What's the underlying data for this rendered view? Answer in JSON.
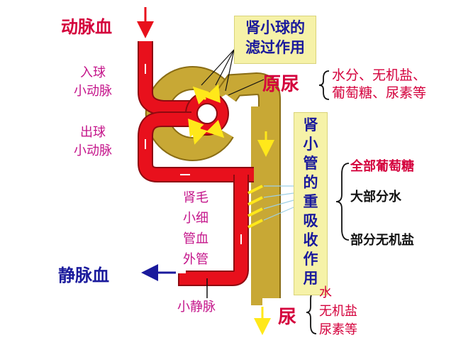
{
  "labels": {
    "arterial_blood": "动脉血",
    "venous_blood": "静脉血",
    "afferent_arteriole": [
      "入球",
      "小动脉"
    ],
    "efferent_arteriole": [
      "出球",
      "小动脉"
    ],
    "peritubular_capillary": [
      "肾毛",
      "小细",
      "管血",
      "外管"
    ],
    "small_vein": "小静脉"
  },
  "glomerular_filtration": {
    "lines": [
      "肾小球的",
      "滤过作用"
    ]
  },
  "primary_urine": {
    "title": "原尿",
    "contents": [
      "水分、无机盐、",
      "葡萄糖、尿素等"
    ]
  },
  "tubular_reabsorption": {
    "chars": [
      "肾",
      "小",
      "管",
      "的",
      "重",
      "吸",
      "收",
      "作",
      "用"
    ],
    "items": [
      "全部葡萄糖",
      "大部分水",
      "部分无机盐"
    ]
  },
  "urine": {
    "title": "尿",
    "contents": [
      "水",
      "无机盐",
      "尿素等"
    ]
  },
  "colors": {
    "blood": "#e8101c",
    "blood_dark": "#8e0a10",
    "tubule": "#c8a835",
    "tubule_dark": "#8a6d14",
    "arrow_yellow": "#ffe81a",
    "arrow_red": "#e8101c",
    "arrow_blue": "#1a1a9c"
  }
}
